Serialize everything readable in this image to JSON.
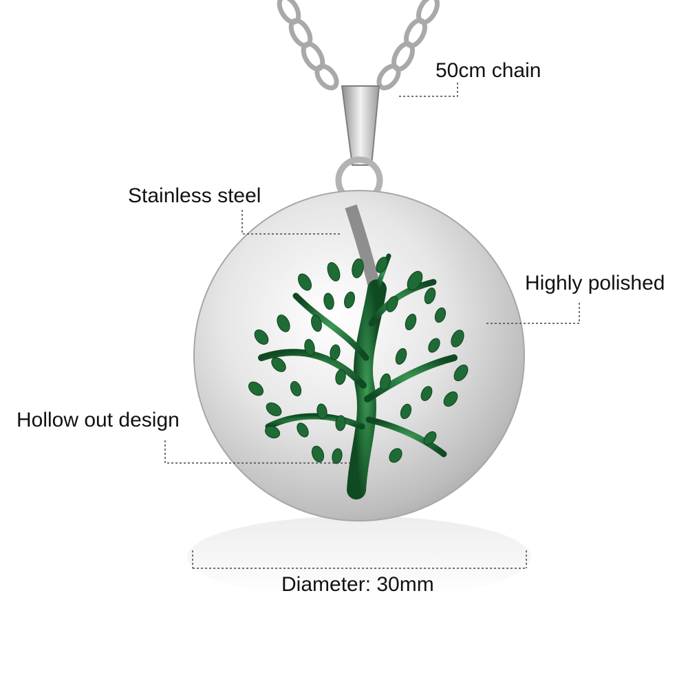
{
  "labels": {
    "chain": "50cm chain",
    "material": "Stainless steel",
    "finish": "Highly polished",
    "design": "Hollow out design",
    "diameter": "Diameter: 30mm"
  },
  "colors": {
    "background": "#ffffff",
    "silver": "#d9d9d9",
    "leaf_green": "#1f6b35",
    "text": "#111111",
    "callout_line": "#444444"
  },
  "icons": {
    "pendant": "tree-of-life-locket"
  }
}
